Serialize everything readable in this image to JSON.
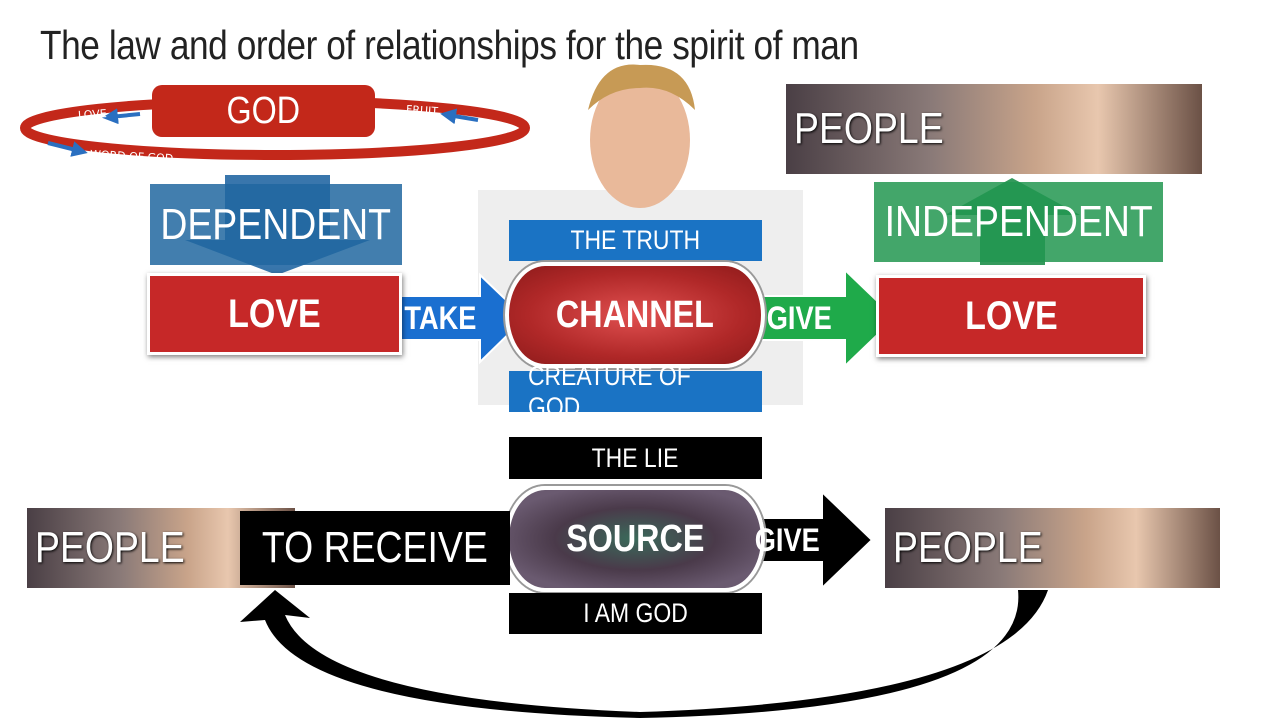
{
  "title": "The law and order of relationships for the spirit of man",
  "top": {
    "god": "GOD",
    "ring_love": "LOVE",
    "ring_fruit": "FRUIT",
    "ring_word": "WORD OF GOD",
    "dependent": "DEPENDENT",
    "love_left": "LOVE",
    "take": "TAKE",
    "truth": "THE TRUTH",
    "channel": "CHANNEL",
    "creature": "CREATURE OF GOD",
    "give": "GIVE",
    "love_right": "LOVE",
    "independent": "INDEPENDENT",
    "people": "PEOPLE"
  },
  "bottom": {
    "lie": "THE LIE",
    "source": "SOURCE",
    "i_am_god": "I AM GOD",
    "people_left": "PEOPLE",
    "to_receive": "TO RECEIVE",
    "give": "GIVE",
    "people_right": "PEOPLE"
  },
  "colors": {
    "red": "#c62828",
    "blue": "#1a73c4",
    "green": "#1faa4a",
    "black": "#000000"
  }
}
